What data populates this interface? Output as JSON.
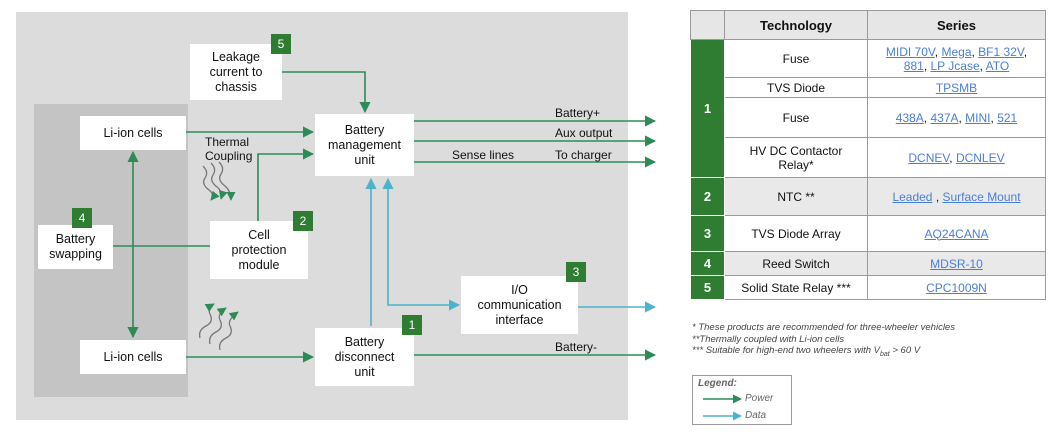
{
  "diagram": {
    "boxes": {
      "leakage": "Leakage\ncurrent to\nchassis",
      "li_ion_top": "Li-ion cells",
      "bmu": "Battery\nmanagement\nunit",
      "cell_protection": "Cell\nprotection\nmodule",
      "battery_swapping": "Battery\nswapping",
      "io_interface": "I/O\ncommunication\ninterface",
      "li_ion_bottom": "Li-ion cells",
      "bdu": "Battery\ndisconnect\nunit"
    },
    "badges": {
      "leakage": "5",
      "cell_protection": "2",
      "battery_swapping": "4",
      "io_interface": "3",
      "bdu": "1"
    },
    "labels": {
      "thermal_coupling": "Thermal\nCoupling",
      "battery_plus": "Battery+",
      "aux_output": "Aux output",
      "sense_lines": "Sense lines",
      "to_charger": "To charger",
      "battery_minus": "Battery-"
    },
    "colors": {
      "power": "#2e8b57",
      "data": "#4bb3cc",
      "panel": "#dcdcdc",
      "pack": "#c4c4c4",
      "badge": "#2e7d32"
    }
  },
  "table": {
    "headers": {
      "number": "",
      "technology": "Technology",
      "series": "Series"
    },
    "row_numbers": [
      "1",
      "2",
      "3",
      "4",
      "5"
    ],
    "rows": [
      {
        "technology": "Fuse",
        "series": [
          "MIDI 70V",
          "Mega",
          "BF1 32V",
          "881",
          "LP Jcase",
          "ATO"
        ]
      },
      {
        "technology": "TVS Diode",
        "series": [
          "TPSMB"
        ]
      },
      {
        "technology": "Fuse",
        "series": [
          "438A",
          "437A",
          "MINI",
          "521"
        ]
      },
      {
        "technology": "HV DC Contactor Relay*",
        "series": [
          "DCNEV",
          "DCNLEV"
        ]
      },
      {
        "technology": "NTC **",
        "series": [
          "Leaded",
          "Surface Mount"
        ]
      },
      {
        "technology": "TVS Diode Array",
        "series": [
          "AQ24CANA"
        ]
      },
      {
        "technology": "Reed Switch",
        "series": [
          "MDSR-10"
        ]
      },
      {
        "technology": "Solid State Relay ***",
        "series": [
          "CPC1009N"
        ]
      }
    ]
  },
  "footnotes": [
    "* These products are recommended for three-wheeler vehicles",
    "**Thermally coupled with Li-ion cells",
    "*** Suitable for high-end two wheelers with V",
    "bat",
    " > 60 V"
  ],
  "legend": {
    "title": "Legend:",
    "power": "Power",
    "data": "Data"
  }
}
